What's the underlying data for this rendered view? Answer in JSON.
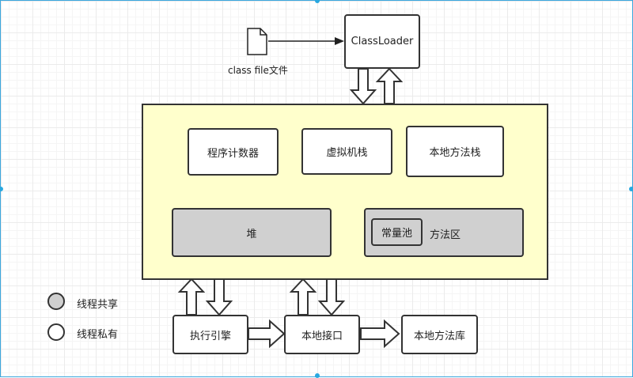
{
  "file": {
    "label": "class file文件",
    "icon": "file-icon"
  },
  "classloader": {
    "label": "ClassLoader"
  },
  "runtime": {
    "program_counter": "程序计数器",
    "vm_stack": "虚拟机栈",
    "native_stack": "本地方法栈",
    "heap": "堆",
    "constant_pool": "常量池",
    "method_area": "方法区"
  },
  "bottom": {
    "engine": "执行引擎",
    "native_interface": "本地接口",
    "native_library": "本地方法库"
  },
  "legend": {
    "shared": {
      "label": "线程共享",
      "color": "#d0d0d0"
    },
    "private": {
      "label": "线程私有",
      "color": "#ffffff"
    }
  },
  "colors": {
    "runtime_fill": "#ffffcc",
    "shared_fill": "#d0d0d0",
    "grid": "#ebebeb",
    "selection_handle": "#29a8e0"
  }
}
